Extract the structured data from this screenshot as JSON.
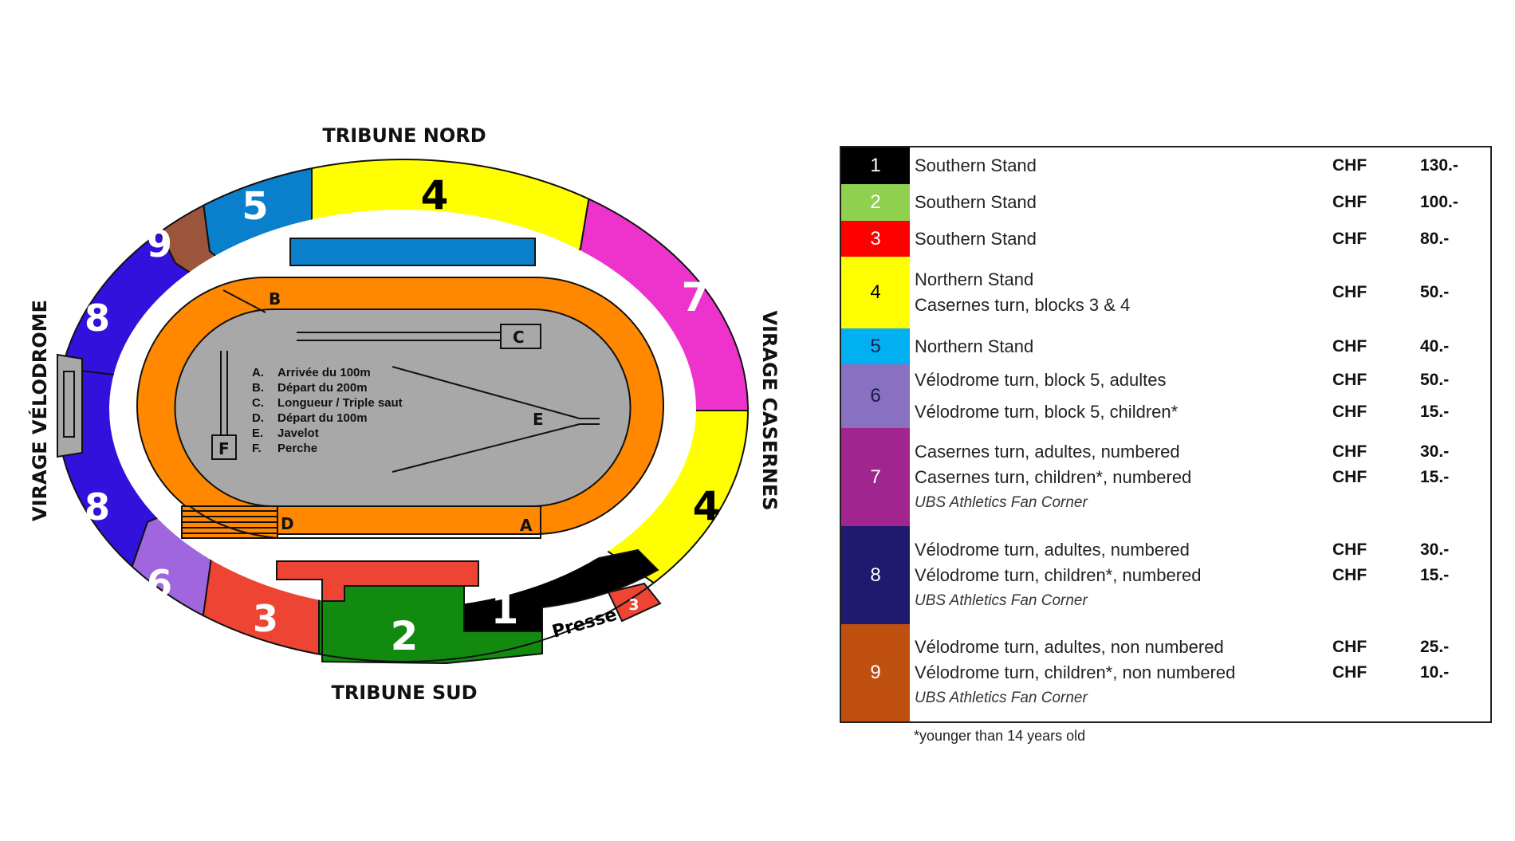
{
  "map": {
    "stand_labels": {
      "north": "TRIBUNE NORD",
      "south": "TRIBUNE SUD",
      "west": "VIRAGE VÉLODROME",
      "east": "VIRAGE CASERNES"
    },
    "sections": [
      {
        "id": "9",
        "label": "9",
        "color": "#9b553a",
        "text_color": "#ffffff"
      },
      {
        "id": "5",
        "label": "5",
        "color": "#0a7fcc",
        "text_color": "#ffffff"
      },
      {
        "id": "4-north",
        "label": "4",
        "color": "#ffff00",
        "text_color": "#000000"
      },
      {
        "id": "7",
        "label": "7",
        "color": "#ee33cc",
        "text_color": "#ffffff"
      },
      {
        "id": "4-east",
        "label": "4",
        "color": "#ffff00",
        "text_color": "#000000"
      },
      {
        "id": "1",
        "label": "1",
        "color": "#000000",
        "text_color": "#ffffff"
      },
      {
        "id": "3-small",
        "label": "3",
        "color": "#ee4433",
        "text_color": "#ffffff"
      },
      {
        "id": "presse",
        "label": "Presse",
        "color": "#ffffff",
        "text_color": "#000000"
      },
      {
        "id": "2",
        "label": "2",
        "color": "#128a10",
        "text_color": "#ffffff"
      },
      {
        "id": "3",
        "label": "3",
        "color": "#ee4433",
        "text_color": "#ffffff"
      },
      {
        "id": "6",
        "label": "6",
        "color": "#a066dd",
        "text_color": "#ffffff"
      },
      {
        "id": "8-lower",
        "label": "8",
        "color": "#3311dd",
        "text_color": "#ffffff"
      },
      {
        "id": "8-upper",
        "label": "8",
        "color": "#3311dd",
        "text_color": "#ffffff"
      }
    ],
    "track": {
      "markers": [
        "A",
        "B",
        "C",
        "D",
        "E",
        "F"
      ],
      "legend": [
        {
          "key": "A.",
          "text": "Arrivée du 100m"
        },
        {
          "key": "B.",
          "text": "Départ du 200m"
        },
        {
          "key": "C.",
          "text": "Longueur / Triple saut"
        },
        {
          "key": "D.",
          "text": "Départ du 100m"
        },
        {
          "key": "E.",
          "text": "Javelot"
        },
        {
          "key": "F.",
          "text": "Perche"
        }
      ],
      "track_color": "#ff8800",
      "field_color": "#a8a8a8"
    }
  },
  "price_table": {
    "currency": "CHF",
    "rows": [
      {
        "num": "1",
        "color": "#000000",
        "num_color": "#ffffff",
        "lines": [
          {
            "text": "Southern Stand",
            "currency": "CHF",
            "price": "130.-"
          }
        ]
      },
      {
        "num": "2",
        "color": "#8fd14f",
        "num_color": "#ffffff",
        "lines": [
          {
            "text": "Southern Stand",
            "currency": "CHF",
            "price": "100.-"
          }
        ]
      },
      {
        "num": "3",
        "color": "#ff0000",
        "num_color": "#ffffff",
        "lines": [
          {
            "text": "Southern Stand",
            "currency": "CHF",
            "price": "80.-"
          }
        ]
      },
      {
        "num": "4",
        "color": "#ffff00",
        "num_color": "#000000",
        "lines": [
          {
            "text": "Northern Stand",
            "currency": "",
            "price": ""
          },
          {
            "text": "Casernes turn, blocks 3 & 4",
            "currency": "",
            "price": ""
          }
        ],
        "combined_currency": "CHF",
        "combined_price": "50.-"
      },
      {
        "num": "5",
        "color": "#00b0f0",
        "num_color": "#1a1a4a",
        "lines": [
          {
            "text": "Northern Stand",
            "currency": "CHF",
            "price": "40.-"
          }
        ]
      },
      {
        "num": "6",
        "color": "#8a70c0",
        "num_color": "#1a1a4a",
        "lines": [
          {
            "text": "Vélodrome turn, block 5, adultes",
            "currency": "CHF",
            "price": "50.-"
          },
          {
            "text": "Vélodrome turn, block 5, children*",
            "currency": "CHF",
            "price": "15.-"
          }
        ]
      },
      {
        "num": "7",
        "color": "#a0258f",
        "num_color": "#ffffff",
        "lines": [
          {
            "text": "Casernes turn, adultes, numbered",
            "currency": "CHF",
            "price": "30.-"
          },
          {
            "text": "Casernes turn, children*, numbered",
            "currency": "CHF",
            "price": "15.-"
          }
        ],
        "note": "UBS Athletics Fan Corner"
      },
      {
        "num": "8",
        "color": "#1f1a6e",
        "num_color": "#ffffff",
        "lines": [
          {
            "text": "Vélodrome turn, adultes, numbered",
            "currency": "CHF",
            "price": "30.-"
          },
          {
            "text": "Vélodrome turn, children*, numbered",
            "currency": "CHF",
            "price": "15.-"
          }
        ],
        "note": "UBS Athletics Fan Corner"
      },
      {
        "num": "9",
        "color": "#c05010",
        "num_color": "#ffffff",
        "lines": [
          {
            "text": "Vélodrome turn, adultes, non numbered",
            "currency": "CHF",
            "price": "25.-"
          },
          {
            "text": "Vélodrome turn, children*, non numbered",
            "currency": "CHF",
            "price": "10.-"
          }
        ],
        "note": "UBS Athletics Fan Corner"
      }
    ],
    "footnote": "*younger than 14 years old"
  }
}
